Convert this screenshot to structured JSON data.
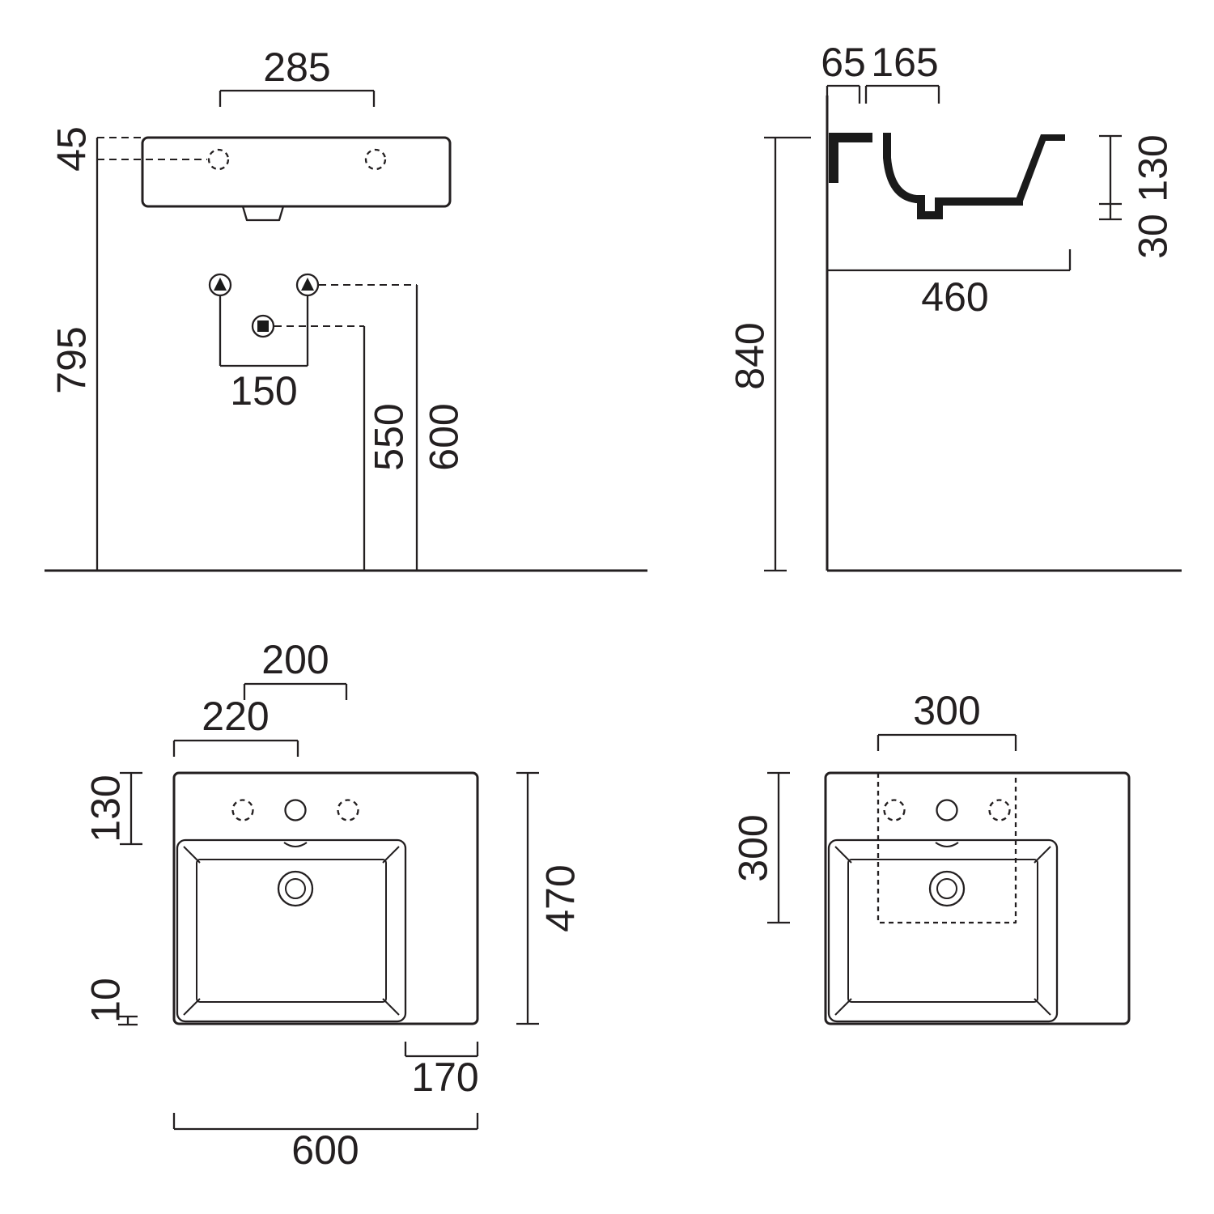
{
  "front_view": {
    "tap_hole_spacing": "285",
    "rim_to_tap_hole": "45",
    "floor_to_tap_hole": "795",
    "supply_spacing": "150",
    "waste_outlet_height": "550",
    "supply_height": "600"
  },
  "side_view": {
    "wall_to_overflow": "65",
    "wall_to_tap_hole": "165",
    "front_edge_height": "130",
    "bottom_lip_height": "30",
    "total_depth": "460",
    "floor_to_rim": "840"
  },
  "plan_left_view": {
    "outer_tap_hole_spacing": "200",
    "edge_to_tap_hole": "220",
    "edge_to_bowl": "130",
    "total_depth": "470",
    "bowl_edge_gap": "10",
    "side_shelf_width": "170",
    "total_width": "600"
  },
  "plan_right_view": {
    "cutout_width": "300",
    "cutout_depth": "300"
  }
}
